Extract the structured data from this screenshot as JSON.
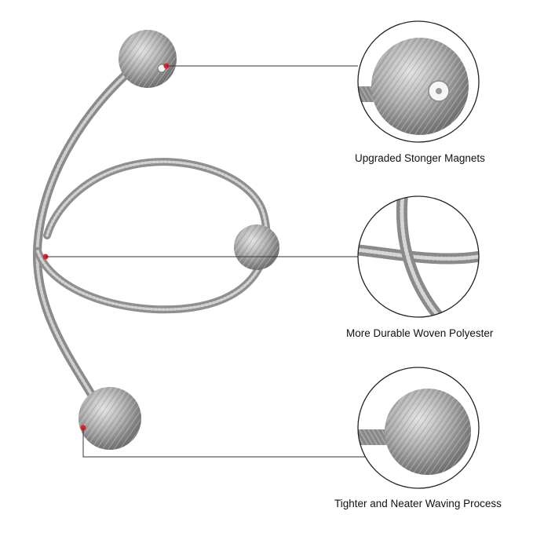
{
  "features": [
    {
      "caption": "Upgraded Stonger Magnets"
    },
    {
      "caption": "More Durable Woven Polyester"
    },
    {
      "caption": "Tighter and Neater Waving Process"
    }
  ],
  "colors": {
    "background": "#ffffff",
    "cord": "#8f8f8f",
    "ball": "#a8a8a8",
    "leader_line": "#333333",
    "marker_dot": "#e0202a",
    "circle_border": "#222222"
  }
}
